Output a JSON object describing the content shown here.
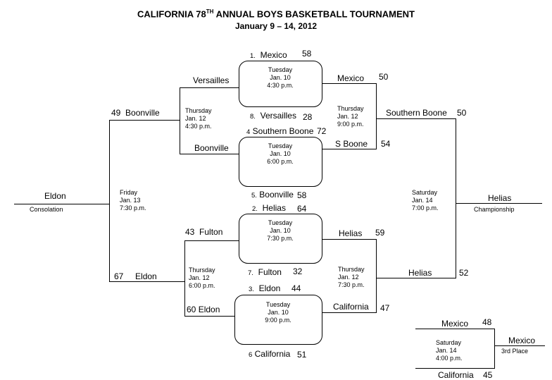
{
  "header": {
    "title_pre": "CALIFORNIA 78",
    "title_sup": "TH",
    "title_post": " ANNUAL BOYS BASKETBALL TOURNAMENT",
    "dates": "January 9 – 14, 2012"
  },
  "games": {
    "g1": {
      "seed_top": "1.",
      "team_top": "Mexico",
      "score_top": "58",
      "seed_bottom": "8.",
      "team_bottom": "Versailles",
      "score_bottom": "28",
      "time": "Tuesday\nJan. 10\n4:30 p.m."
    },
    "g2": {
      "seed_top": "4",
      "team_top": "Southern Boone",
      "score_top": "72",
      "seed_bottom": "5.",
      "team_bottom": "Boonville",
      "score_bottom": "58",
      "time": "Tuesday\nJan. 10\n6:00 p.m."
    },
    "g3": {
      "seed_top": "2.",
      "team_top": "Helias",
      "score_top": "64",
      "seed_bottom": "7.",
      "team_bottom": "Fulton",
      "score_bottom": "32",
      "time": "Tuesday\nJan. 10\n7:30 p.m."
    },
    "g4": {
      "seed_top": "3.",
      "team_top": "Eldon",
      "score_top": "44",
      "seed_bottom": "6",
      "team_bottom": "California",
      "score_bottom": "51",
      "time": "Tuesday\nJan. 10\n9:00 p.m."
    }
  },
  "consolation_semis": {
    "top": {
      "team_a": "Versailles",
      "team_b": "Boonville",
      "time": "Thursday\nJan. 12\n4:30 p.m."
    },
    "bottom": {
      "team_a_score": "43",
      "team_a": "Fulton",
      "team_b_score": "60",
      "team_b": "Eldon",
      "time": "Thursday\nJan. 12\n6:00 p.m."
    }
  },
  "consolation_final": {
    "team_a_score": "49",
    "team_a": "Boonville",
    "team_b_score": "67",
    "team_b": "Eldon",
    "time": "Friday\nJan. 13\n7:30 p.m.",
    "winner": "Eldon",
    "label": "Consolation"
  },
  "championship_semis": {
    "top": {
      "team_a": "Mexico",
      "score_a": "50",
      "team_b": "S Boone",
      "score_b": "54",
      "time": "Thursday\nJan. 12\n9:00 p.m."
    },
    "bottom": {
      "team_a": "Helias",
      "score_a": "59",
      "team_b": "California",
      "score_b": "47",
      "time": "Thursday\nJan. 12\n7:30 p.m."
    }
  },
  "championship_final": {
    "team_a": "Southern Boone",
    "score_a": "50",
    "team_b": "Helias",
    "score_b": "52",
    "time": "Saturday\nJan. 14\n7:00 p.m.",
    "winner": "Helias",
    "label": "Championship"
  },
  "third_place": {
    "team_a": "Mexico",
    "score_a": "48",
    "team_b": "California",
    "score_b": "45",
    "time": "Saturday\nJan. 14\n4:00 p.m.",
    "winner": "Mexico",
    "label": "3rd Place"
  }
}
